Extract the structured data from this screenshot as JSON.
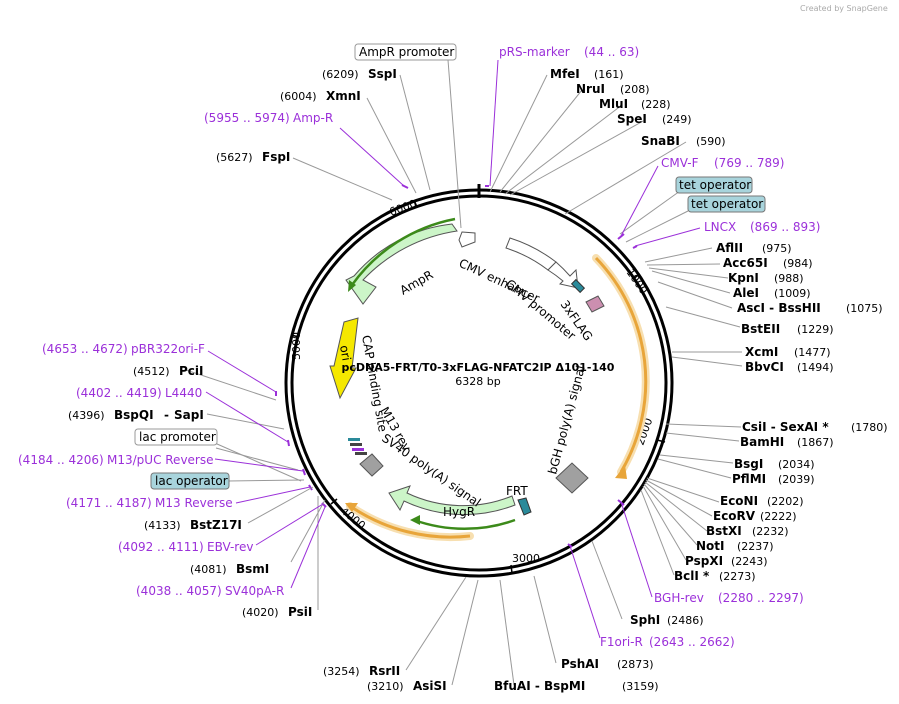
{
  "credit": "Created by SnapGene",
  "plasmid": {
    "name": "pcDNA5-FRT/T0-3xFLAG-NFATC2IP Δ101-140",
    "size": "6328 bp"
  },
  "ticks": [
    "1000",
    "2000",
    "3000",
    "4000",
    "5000",
    "6000"
  ],
  "features": {
    "cmv_enhancer": "CMV enhancer",
    "cmv_promoter": "CMV promoter",
    "flag": "3xFLAG",
    "bgh": "bGH poly(A) signal",
    "frt": "FRT",
    "hygr": "HygR",
    "sv40": "SV40 poly(A) signal",
    "m13rev": "M13 rev",
    "cap": "CAP binding site",
    "ori": "ori",
    "ampr": "AmpR"
  },
  "boxes": {
    "ampr_promoter": "AmpR promoter",
    "tet1": "tet operator",
    "tet2": "tet operator",
    "lac_promoter": "lac promoter",
    "lac_operator": "lac operator"
  },
  "sites": [
    {
      "name": "SspI",
      "pos": "(6209)"
    },
    {
      "name": "XmnI",
      "pos": "(6004)"
    },
    {
      "name": "FspI",
      "pos": "(5627)"
    },
    {
      "name": "MfeI",
      "pos": "(161)"
    },
    {
      "name": "NruI",
      "pos": "(208)"
    },
    {
      "name": "MluI",
      "pos": "(228)"
    },
    {
      "name": "SpeI",
      "pos": "(249)"
    },
    {
      "name": "SnaBI",
      "pos": "(590)"
    },
    {
      "name": "AflII",
      "pos": "(975)"
    },
    {
      "name": "Acc65I",
      "pos": "(984)"
    },
    {
      "name": "KpnI",
      "pos": "(988)"
    },
    {
      "name": "AleI",
      "pos": "(1009)"
    },
    {
      "name": "AscI - BssHII",
      "pos": "(1075)"
    },
    {
      "name": "BstEII",
      "pos": "(1229)"
    },
    {
      "name": "XcmI",
      "pos": "(1477)"
    },
    {
      "name": "BbvCI",
      "pos": "(1494)"
    },
    {
      "name": "CsiI - SexAI *",
      "pos": "(1780)"
    },
    {
      "name": "BamHI",
      "pos": "(1867)"
    },
    {
      "name": "BsgI",
      "pos": "(2034)"
    },
    {
      "name": "PflMI",
      "pos": "(2039)"
    },
    {
      "name": "EcoNI",
      "pos": "(2202)"
    },
    {
      "name": "EcoRV",
      "pos": "(2222)"
    },
    {
      "name": "BstXI",
      "pos": "(2232)"
    },
    {
      "name": "NotI",
      "pos": "(2237)"
    },
    {
      "name": "PspXI",
      "pos": "(2243)"
    },
    {
      "name": "BclI *",
      "pos": "(2273)"
    },
    {
      "name": "SphI",
      "pos": "(2486)"
    },
    {
      "name": "PshAI",
      "pos": "(2873)"
    },
    {
      "name": "BfuAI - BspMI",
      "pos": "(3159)"
    },
    {
      "name": "AsiSI",
      "pos": "(3210)"
    },
    {
      "name": "RsrII",
      "pos": "(3254)"
    },
    {
      "name": "PsiI",
      "pos": "(4020)"
    },
    {
      "name": "BsmI",
      "pos": "(4081)"
    },
    {
      "name": "BstZ17I",
      "pos": "(4133)"
    },
    {
      "name": "SapI",
      "pos": ""
    },
    {
      "name": "BspQI",
      "pos": "(4396)"
    },
    {
      "name": "PciI",
      "pos": "(4512)"
    }
  ],
  "primers": [
    {
      "name": "pRS-marker",
      "range": "(44 .. 63)"
    },
    {
      "name": "Amp-R",
      "range": "(5955 .. 5974)"
    },
    {
      "name": "CMV-F",
      "range": "(769 .. 789)"
    },
    {
      "name": "LNCX",
      "range": "(869 .. 893)"
    },
    {
      "name": "pBR322ori-F",
      "range": "(4653 .. 4672)"
    },
    {
      "name": "L4440",
      "range": "(4402 .. 4419)"
    },
    {
      "name": "M13/pUC Reverse",
      "range": "(4184 .. 4206)"
    },
    {
      "name": "M13 Reverse",
      "range": "(4171 .. 4187)"
    },
    {
      "name": "EBV-rev",
      "range": "(4092 .. 4111)"
    },
    {
      "name": "SV40pA-R",
      "range": "(4038 .. 4057)"
    },
    {
      "name": "BGH-rev",
      "range": "(2280 .. 2297)"
    },
    {
      "name": "F1ori-R",
      "range": "(2643 .. 2662)"
    }
  ],
  "colors": {
    "primer": "#9b30d9",
    "orange": "#e8a53a",
    "orange_halo": "#f7dfb0",
    "green_fill": "#ccf5c8",
    "green_line": "#3c8a1a",
    "ori_yellow": "#f5e800",
    "gray_feature": "#a0a0a0",
    "teal_box": "#a8d4dc",
    "frt_teal": "#2a8a9a",
    "flag_pink": "#cc8fb0"
  }
}
